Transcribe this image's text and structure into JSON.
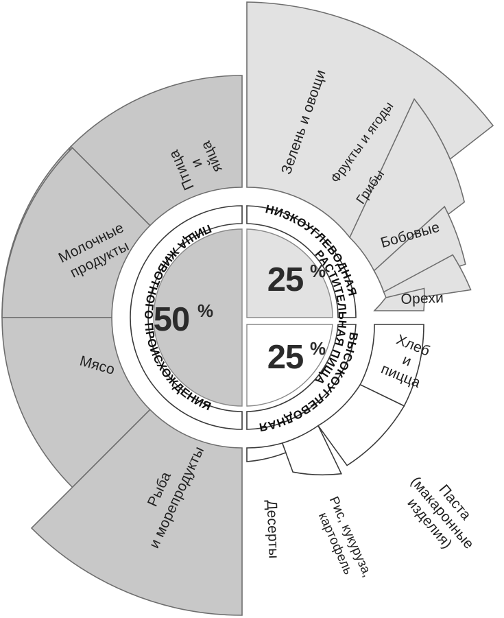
{
  "chart_data": {
    "type": "pie",
    "title": "",
    "legend_position": "none",
    "grid": false,
    "groups": [
      {
        "id": "animal",
        "ring_label": "ПИЩА ЖИВОТНОГО ПРОИСХОЖДЕНИЯ",
        "percent": "50",
        "percent_sign": "%",
        "value": 50,
        "fill": "#c8c8c8",
        "half": "left",
        "segments": [
          {
            "label": "Птица\nи\nяйца",
            "value": 25,
            "radius": 353
          },
          {
            "label": "Молочные\nпродукты",
            "value": 25,
            "radius": 460
          },
          {
            "label": "Мясо",
            "value": 25,
            "radius": 353
          },
          {
            "label": "Рыба\nи морепродукты",
            "value": 25,
            "radius": 434
          }
        ]
      },
      {
        "id": "plant-low-carb",
        "ring_label_outer": "НИЗКОУГЛЕВОДНАЯ",
        "ring_label_inner": "РАСТИТЕЛЬНАЯ ПИЩА",
        "percent": "25",
        "percent_sign": "%",
        "value": 25,
        "fill": "#e2e2e2",
        "half": "top-right",
        "segments": [
          {
            "label": "Зелень и овощи",
            "value": 5,
            "radius": 460
          },
          {
            "label": "Фрукты и ягоды",
            "value": 5,
            "radius": 392
          },
          {
            "label": "Грибы",
            "value": 5,
            "radius": 360
          },
          {
            "label": "Бобовые",
            "value": 5,
            "radius": 333
          },
          {
            "label": "Орехи",
            "value": 5,
            "radius": 262
          }
        ]
      },
      {
        "id": "plant-high-carb",
        "ring_label_outer": "ВЫСОКОУГЛЕВОДНАЯ",
        "ring_label_inner": "РАСТИТЕЛЬНАЯ ПИЩА",
        "percent": "25",
        "percent_sign": "%",
        "value": 25,
        "fill": "#ffffff",
        "half": "bottom-right",
        "segments": [
          {
            "label": "Хлеб\nи\nпицца",
            "value": 6.25,
            "radius": 262
          },
          {
            "label": "Паста\n(макаронные\nизделия)",
            "value": 6.25,
            "radius": 262
          },
          {
            "label": "Рис, кукуруза,\nкартофель",
            "value": 6.25,
            "radius": 230
          },
          {
            "label": "Десерты",
            "value": 6.25,
            "radius": 200
          }
        ]
      }
    ]
  },
  "labels": {
    "animal_ring": "ПИЩА ЖИВОТНОГО ПРОИСХОЖДЕНИЯ",
    "low_carb_ring": "НИЗКОУГЛЕВОДНАЯ",
    "high_carb_ring": "ВЫСОКОУГЛЕВОДНАЯ",
    "plant_ring": "РАСТИТЕЛЬНАЯ ПИЩА",
    "pct_animal": "50",
    "pct_low": "25",
    "pct_high": "25",
    "pct_sign": "%",
    "seg_poultry_l1": "Птица",
    "seg_poultry_l2": "и",
    "seg_poultry_l3": "яйца",
    "seg_dairy_l1": "Молочные",
    "seg_dairy_l2": "продукты",
    "seg_meat": "Мясо",
    "seg_fish_l1": "Рыба",
    "seg_fish_l2": "и морепродукты",
    "seg_greens": "Зелень и овощи",
    "seg_fruits": "Фрукты и ягоды",
    "seg_mushrooms": "Грибы",
    "seg_legumes": "Бобовые",
    "seg_nuts": "Орехи",
    "seg_bread_l1": "Хлеб",
    "seg_bread_l2": "и",
    "seg_bread_l3": "пицца",
    "seg_pasta_l1": "Паста",
    "seg_pasta_l2": "(макаронные",
    "seg_pasta_l3": "изделия)",
    "seg_rice_l1": "Рис, кукуруза,",
    "seg_rice_l2": "картофель",
    "seg_desserts": "Десерты"
  }
}
